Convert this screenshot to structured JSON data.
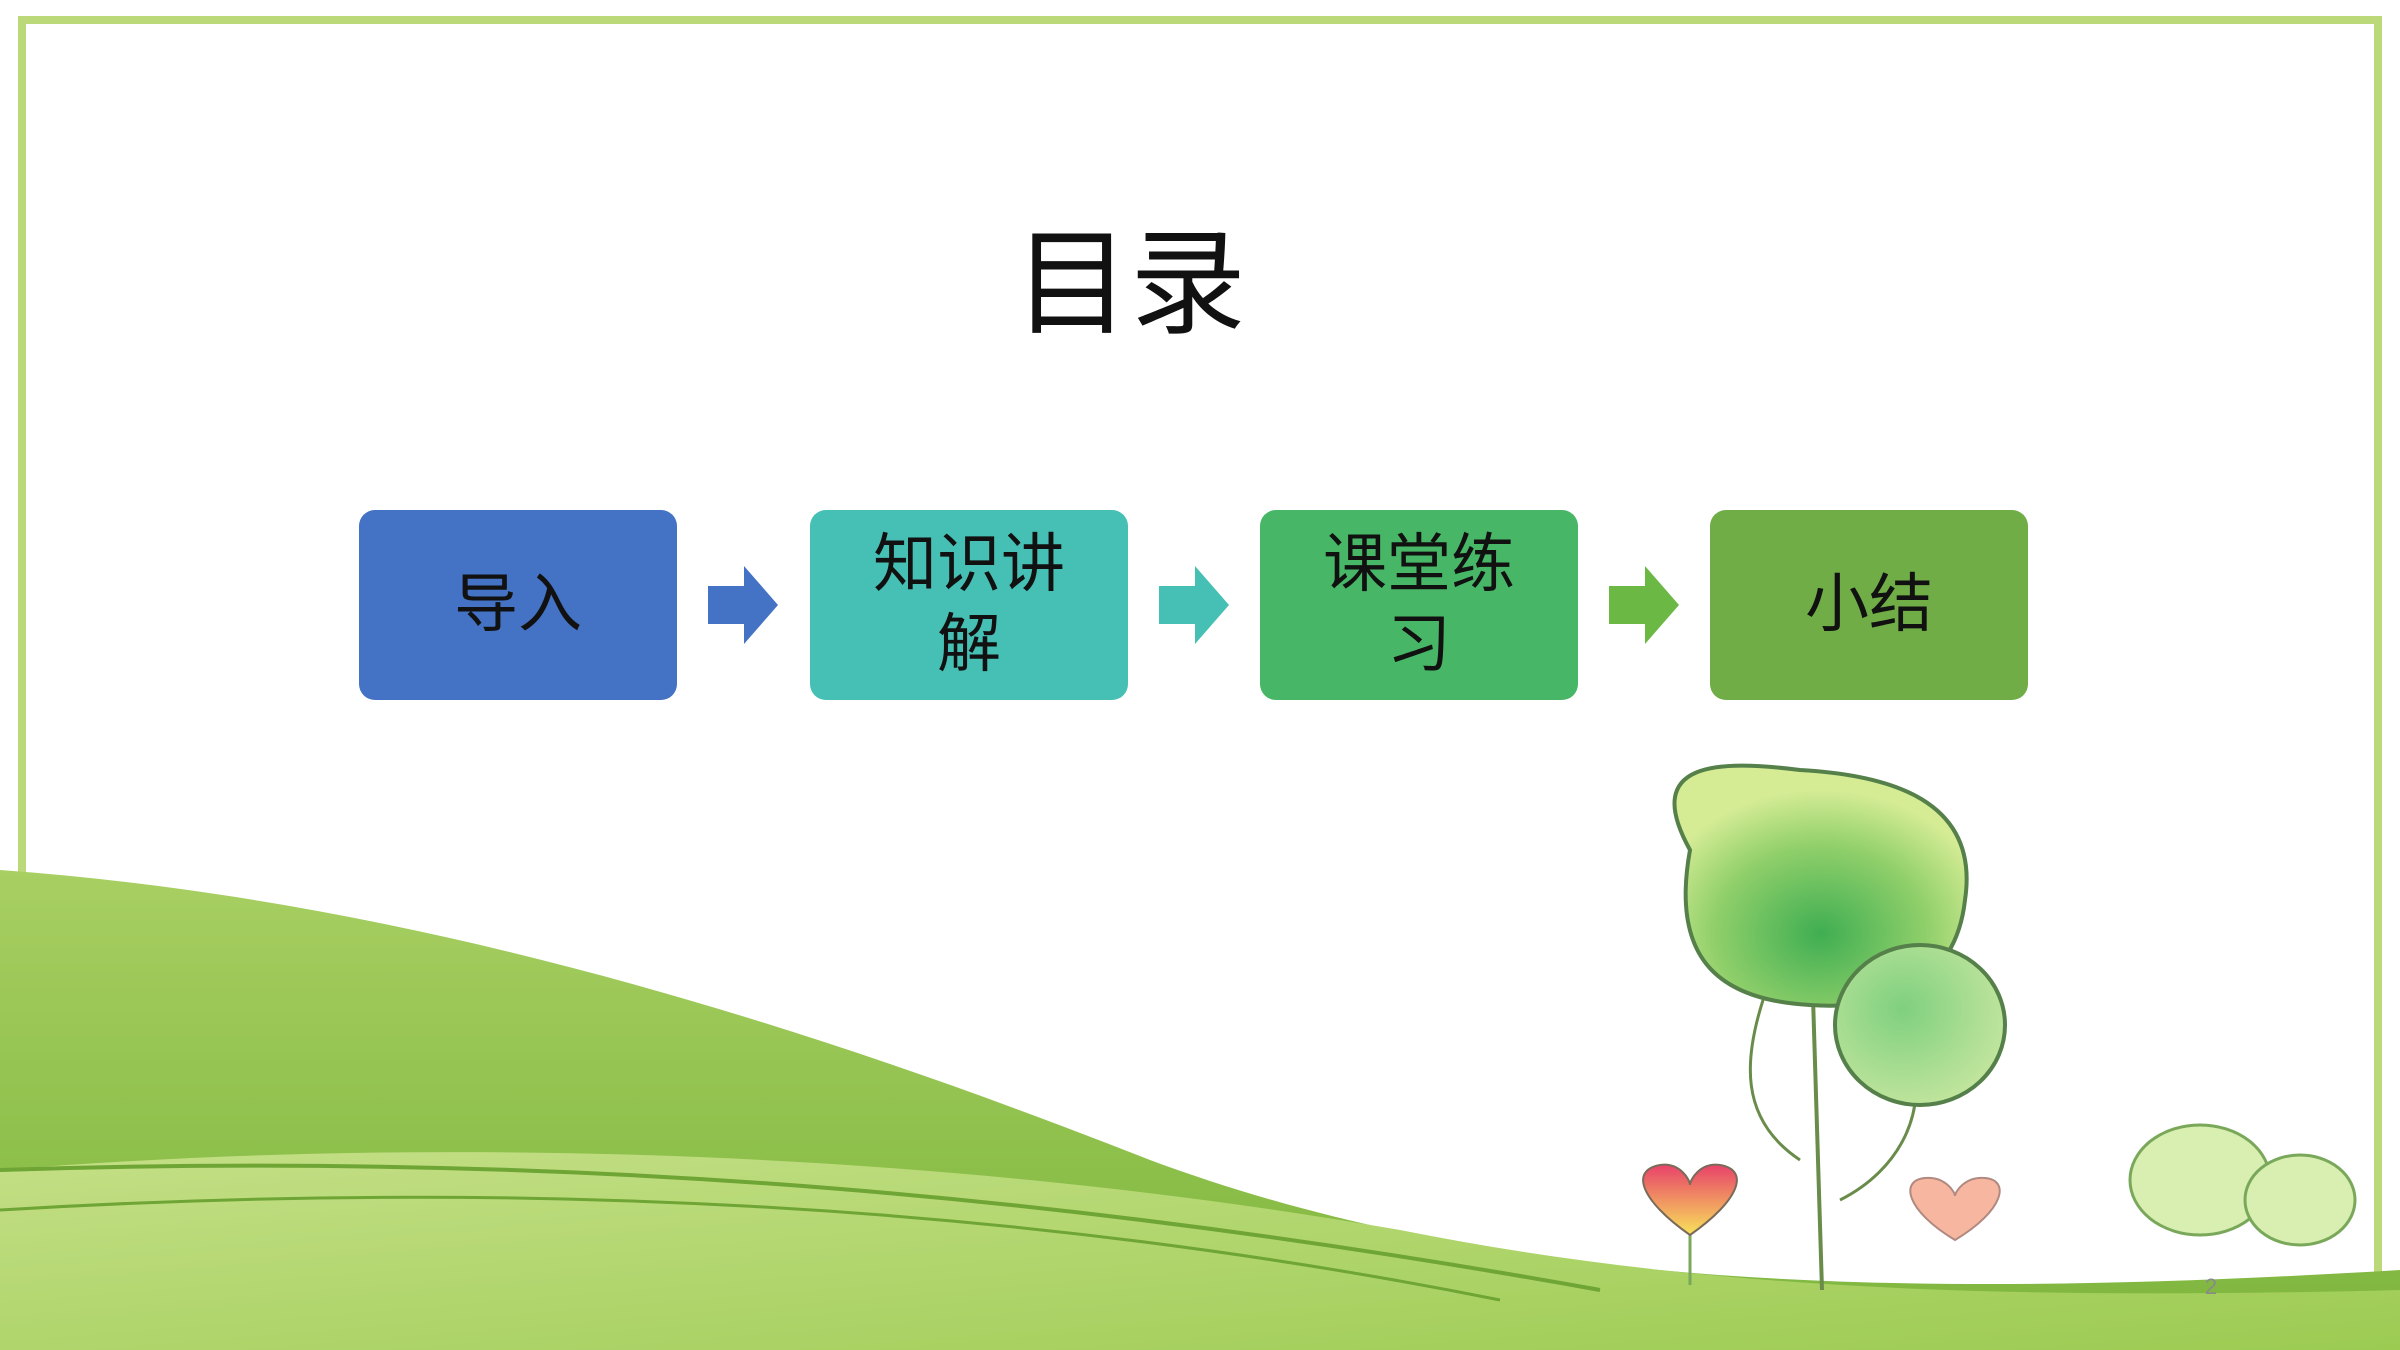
{
  "slide": {
    "title": "目录",
    "page_number": "2"
  },
  "steps": [
    {
      "label": "导入",
      "color": "#4472c4"
    },
    {
      "label": "知识讲解",
      "color": "#46bfb4"
    },
    {
      "label": "课堂练习",
      "color": "#47b767"
    },
    {
      "label": "小结",
      "color": "#70ad47"
    }
  ],
  "arrows": [
    {
      "icon": "arrow-right-icon",
      "color": "#4472c4"
    },
    {
      "icon": "arrow-right-icon",
      "color": "#46bfb4"
    },
    {
      "icon": "arrow-right-icon",
      "color": "#6cb845"
    }
  ],
  "theme": {
    "frame_color": "#bcd97a",
    "hill_color": "#8cc04a"
  }
}
